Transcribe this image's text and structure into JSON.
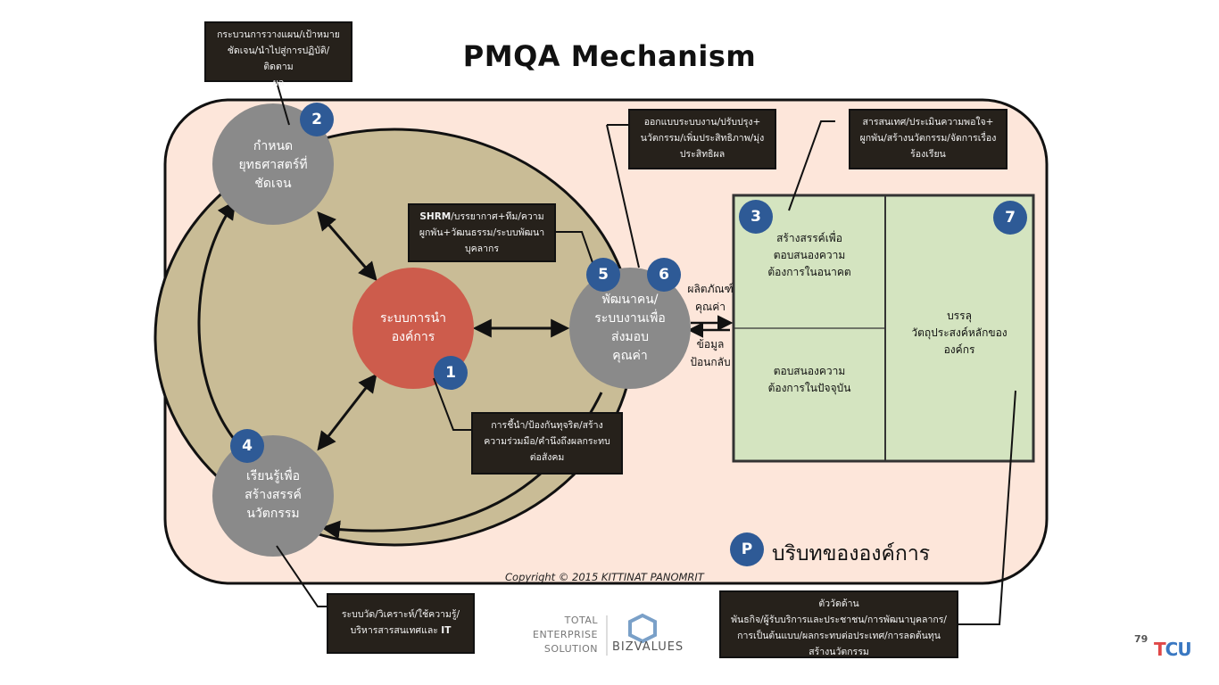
{
  "title": "PMQA Mechanism",
  "nodes": {
    "strategy": "กำหนด\nยุทธศาสตร์ที่\nชัดเจน",
    "leadership": "ระบบการนำ\nองค์การ",
    "people_process": "พัฒนาคน/\nระบบงานเพื่อ\nส่งมอบ\nคุณค่า",
    "learning": "เรียนรู้เพื่อ\nสร้างสรรค์\nนวัตกรรม"
  },
  "customer_box": {
    "future": "สร้างสรรค์เพื่อ\nตอบสนองความ\nต้องการในอนาคต",
    "current": "ตอบสนองความ\nต้องการในปัจจุบัน",
    "objectives": "บรรลุ\nวัตถุประสงค์หลักของ\nองค์กร"
  },
  "flow_labels": {
    "output": "ผลิตภัณฑ์\nคุณค่า",
    "feedback": "ข้อมูล\nป้อนกลับ"
  },
  "badges": [
    "2",
    "1",
    "5",
    "6",
    "3",
    "7",
    "4",
    "P"
  ],
  "notes": {
    "n2": "กระบวนการวางแผน/เป้าหมาย\nชัดเจน/นำไปสู่การปฏิบัติ/ติดตาม\nผล",
    "n6": "ออกแบบระบบงาน/ปรับปรุง+\nนวัตกรรม/เพิ่มประสิทธิภาพ/มุ่ง\nประสิทธิผล",
    "n3": "สารสนเทศ/ประเมินความพอใจ+\nผูกพัน/สร้างนวัตกรรม/จัดการเรื่อง\nร้องเรียน",
    "n5_bold": "SHRM",
    "n5": "/บรรยากาศ+ทีม/ความ\nผูกพัน+วัฒนธรรม/ระบบพัฒนา\nบุคลากร",
    "n1": "การชี้นำ/ป้องกันทุจริต/สร้าง\nความร่วมมือ/คำนึงถึงผลกระทบ\nต่อสังคม",
    "n4": "ระบบวัด/วิเคราะห์/ใช้ความรู้/\nบริหารสารสนเทศและ ",
    "n4_bold": "IT",
    "n7": "ตัววัดด้าน\nพันธกิจ/ผู้รับบริการและประชาชน/การพัฒนาบุคลากร/\nการเป็นต้นแบบ/ผลกระทบต่อประเทศ/การลดต้นทุน\nสร้างนวัตกรรม"
  },
  "context_label": "บริบทขององค์การ",
  "copyright": "Copyright © 2015 KITTINAT PANOMRIT",
  "logo": {
    "left_text": "TOTAL\nENTERPRISE\nSOLUTION",
    "right_text": "BIZVALUES"
  },
  "page_number": "79",
  "corner_logo": {
    "part1": "T",
    "part2": "CU"
  },
  "colors": {
    "outer_fill": "#fde6da",
    "inner_fill": "#c9bc96",
    "node_gray": "#8a8a8a",
    "leader_red": "#cd5c4c",
    "box_green": "#d4e4c0",
    "badge_blue": "#2e5a96",
    "note_dark": "#26211b"
  }
}
